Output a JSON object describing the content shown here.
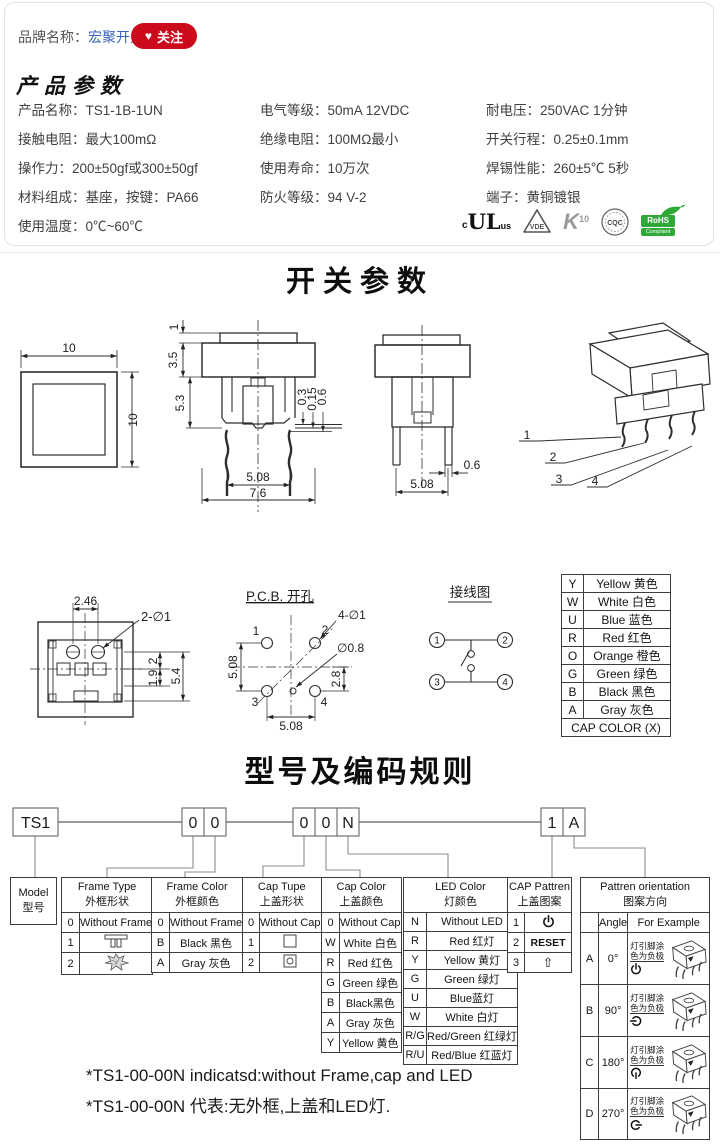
{
  "page": {
    "section1_title": "开关参数",
    "section2_title": "型号及编码规则"
  },
  "brand": {
    "label": "品牌名称：",
    "name": "宏聚开关",
    "heart": "♥",
    "follow": "关注"
  },
  "product": {
    "title": "产品参数",
    "specs": [
      [
        "产品名称：TS1-1B-1UN",
        "电气等级：50mA  12VDC",
        "耐电压：250VAC  1分钟"
      ],
      [
        "接触电阻：最大100mΩ",
        "绝缘电阻：100MΩ最小",
        "开关行程：0.25±0.1mm"
      ],
      [
        "操作力：200±50gf或300±50gf",
        "使用寿命：10万次",
        "焊锡性能：260±5℃  5秒"
      ],
      [
        "材料组成：基座，按键：PA66",
        "防火等级：94 V-2",
        "端子：黄铜镀银"
      ],
      [
        "使用温度：0℃~60℃"
      ]
    ],
    "certs": {
      "ul_c": "c",
      "ul": "UL",
      "ul_us": "us",
      "vde": "VDE",
      "enec_k": "K",
      "enec_10": "10",
      "cqc": "CQC",
      "rohs": "RoHS",
      "rohs2": "Compliant"
    }
  },
  "dims": {
    "top_w": "10",
    "top_h": "10",
    "fv_1": "1",
    "fv_35": "3.5",
    "fv_53": "5.3",
    "fv_03": "0.3",
    "fv_015": "0.15",
    "fv_06": "0.6",
    "fv_508": "5.08",
    "fv_76": "7.6",
    "sv_06": "0.6",
    "sv_508": "5.08",
    "bv_246": "2.46",
    "bv_2d1": "2-∅1",
    "bv_2": "2",
    "bv_19": "1.9",
    "bv_54": "5.4",
    "pcb_title": "P.C.B. 开孔",
    "pcb_4d1": "4-∅1",
    "pcb_d08": "∅0.8",
    "pcb_508l": "5.08",
    "pcb_28": "2.8",
    "pcb_508b": "5.08",
    "wire_title": "接线图",
    "pins": [
      "1",
      "2",
      "3",
      "4"
    ]
  },
  "cap_color_table": {
    "rows": [
      [
        "Y",
        "Yellow 黄色"
      ],
      [
        "W",
        "White 白色"
      ],
      [
        "U",
        "Blue 蓝色"
      ],
      [
        "R",
        "Red 红色"
      ],
      [
        "O",
        "Orange 橙色"
      ],
      [
        "G",
        "Green 绿色"
      ],
      [
        "B",
        "Black 黑色"
      ],
      [
        "A",
        "Gray 灰色"
      ]
    ],
    "footer": "CAP COLOR (X)"
  },
  "coding": {
    "box_model": "TS1",
    "d1": [
      "0",
      "0"
    ],
    "d2": [
      "0",
      "0",
      "N"
    ],
    "d3": [
      "1",
      "A"
    ],
    "model": {
      "en": "Model",
      "zh": "型号"
    },
    "frame_type": {
      "en": "Frame Type",
      "zh": "外框形状",
      "r0c": "0",
      "r0v": "Without Frame",
      "r1c": "1",
      "r2c": "2"
    },
    "frame_color": {
      "en": "Frame Color",
      "zh": "外框颜色",
      "rows": [
        [
          "0",
          "Without Frame"
        ],
        [
          "B",
          "Black 黑色"
        ],
        [
          "A",
          "Gray 灰色"
        ]
      ]
    },
    "cap_type": {
      "en": "Cap Tupe",
      "zh": "上盖形状",
      "r0c": "0",
      "r0v": "Without Cap",
      "r1c": "1",
      "r2c": "2"
    },
    "cap_color": {
      "en": "Cap Color",
      "zh": "上盖颜色",
      "rows": [
        [
          "0",
          "Without Cap"
        ],
        [
          "W",
          "White 白色"
        ],
        [
          "R",
          "Red 红色"
        ],
        [
          "G",
          "Green 绿色"
        ],
        [
          "B",
          "Black黑色"
        ],
        [
          "A",
          "Gray 灰色"
        ],
        [
          "Y",
          "Yellow 黄色"
        ]
      ]
    },
    "led_color": {
      "en": "LED Color",
      "zh": "灯颜色",
      "rows": [
        [
          "N",
          "Without LED"
        ],
        [
          "R",
          "Red 红灯"
        ],
        [
          "Y",
          "Yellow 黄灯"
        ],
        [
          "G",
          "Green 绿灯"
        ],
        [
          "U",
          "Blue蓝灯"
        ],
        [
          "W",
          "White 白灯"
        ],
        [
          "R/G",
          "Red/Green 红绿灯"
        ],
        [
          "R/U",
          "Red/Blue 红蓝灯"
        ]
      ]
    },
    "cap_pattern": {
      "en": "CAP Pattren",
      "zh": "上盖图案",
      "r1c": "1",
      "r2c": "2",
      "r2v": "RESET",
      "r3c": "3",
      "r3v": "⇧"
    },
    "orientation": {
      "en": "Pattren orientation",
      "zh": "图案方向",
      "angle": "Angle",
      "example": "For Example",
      "note1": "灯引脚涂",
      "note2": "色为负极",
      "rows": [
        [
          "A",
          "0°"
        ],
        [
          "B",
          "90°"
        ],
        [
          "C",
          "180°"
        ],
        [
          "D",
          "270°"
        ]
      ]
    }
  },
  "footnotes": [
    "*TS1-00-00N indicatsd:without Frame,cap and LED",
    "*TS1-00-00N 代表:无外框,上盖和LED灯."
  ]
}
